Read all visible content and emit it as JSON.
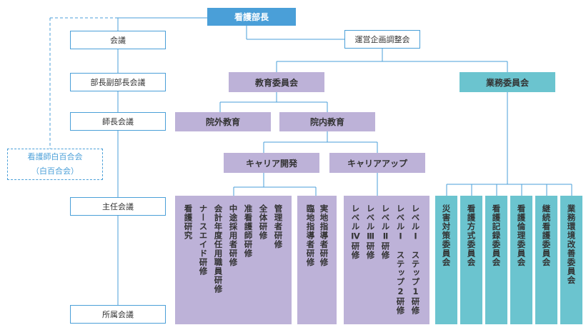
{
  "head": "看護部長",
  "left_column": [
    "会議",
    "部長副部長会議",
    "師長会議",
    "主任会議",
    "所属会議"
  ],
  "lily": {
    "line1": "看護師白百合会",
    "line2": "（白百合会）"
  },
  "planning": "運営企画調整会",
  "education": "教育委員会",
  "business": "業務委員会",
  "outside_edu": "院外教育",
  "inside_edu": "院内教育",
  "career_dev": "キャリア開発",
  "career_up": "キャリアアップ",
  "career_dev_items": [
    "看護研究",
    "ナースエイド研修",
    "会計年度任用職員研修",
    "中途採用者研修",
    "准看護師研修",
    "全体研修",
    "管理者研修"
  ],
  "career_dev_items2": [
    "臨地指導者研修",
    "実地指導者研修"
  ],
  "career_up_items": [
    "レベルⅣ研修",
    "レベルⅢ研修",
    "レベルⅡ研修",
    "レベルⅠ　ステップ2研修",
    "レベルⅠ　ステップ1研修"
  ],
  "committees": [
    "災害対策委員会",
    "看護方式委員会",
    "看護記録委員会",
    "看護倫理委員会",
    "継続看護委員会",
    "業務環境改善委員会"
  ],
  "colors": {
    "blue": "#4a9fd8",
    "purple": "#bdb2d8",
    "teal": "#6bc4cf"
  }
}
